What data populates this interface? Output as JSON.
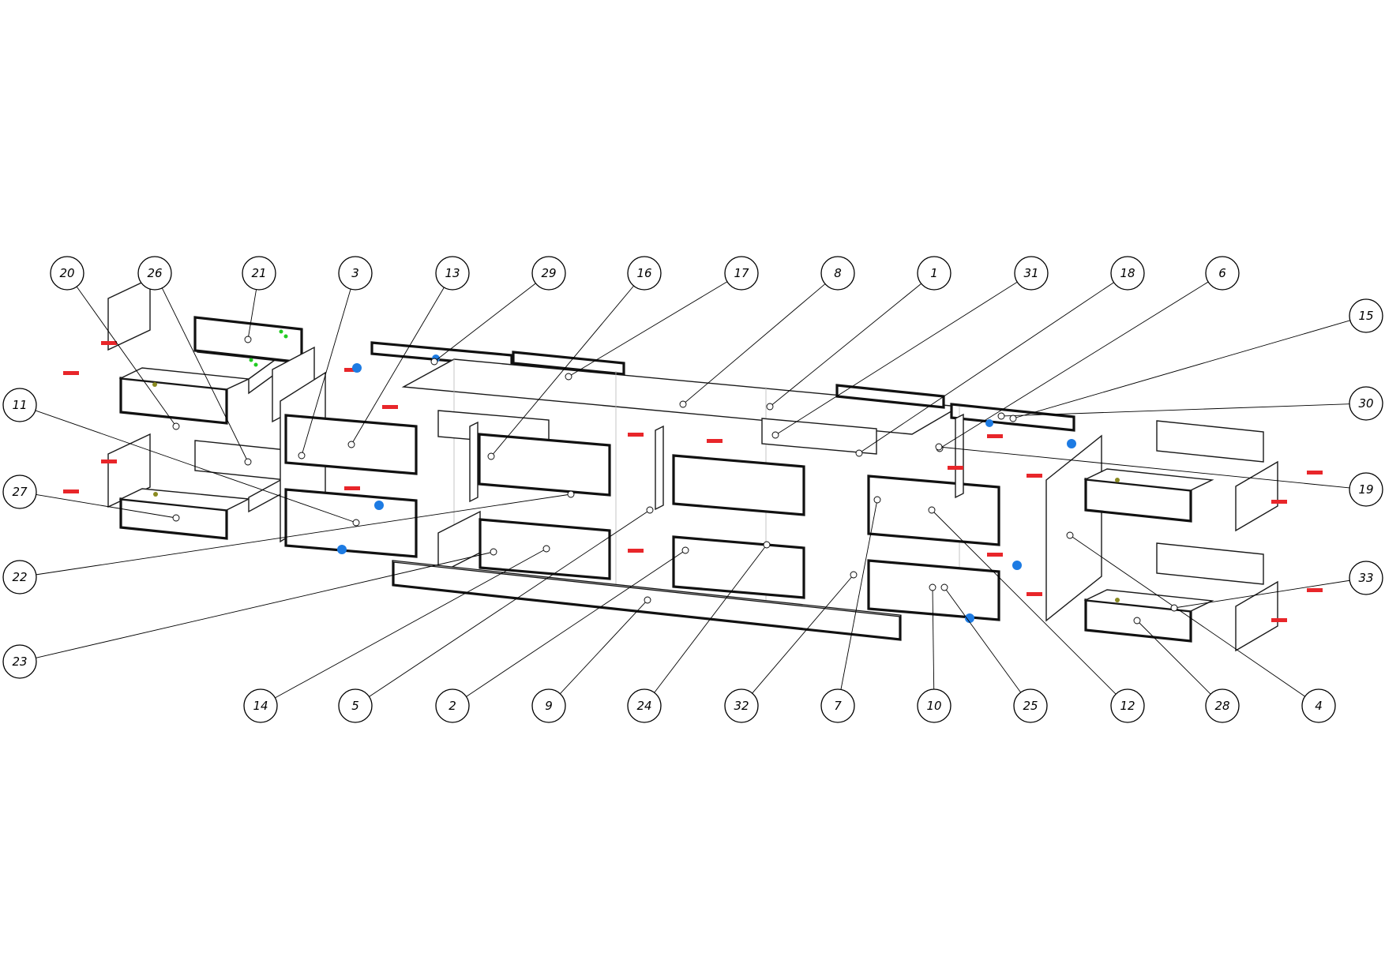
{
  "drawing": {
    "type": "exploded-assembly",
    "colors": {
      "line": "#111111",
      "ghost": "#b8b8b8",
      "hardware_red": "#e8262a",
      "hardware_blue": "#1d7be3",
      "hardware_olive": "#8a8a20",
      "hardware_green": "#22cc22"
    }
  },
  "callouts": [
    {
      "label": "20"
    },
    {
      "label": "26"
    },
    {
      "label": "21"
    },
    {
      "label": "3"
    },
    {
      "label": "13"
    },
    {
      "label": "29"
    },
    {
      "label": "16"
    },
    {
      "label": "17"
    },
    {
      "label": "8"
    },
    {
      "label": "1"
    },
    {
      "label": "31"
    },
    {
      "label": "18"
    },
    {
      "label": "6"
    },
    {
      "label": "15"
    },
    {
      "label": "30"
    },
    {
      "label": "19"
    },
    {
      "label": "33"
    },
    {
      "label": "11"
    },
    {
      "label": "27"
    },
    {
      "label": "22"
    },
    {
      "label": "23"
    },
    {
      "label": "14"
    },
    {
      "label": "5"
    },
    {
      "label": "2"
    },
    {
      "label": "9"
    },
    {
      "label": "24"
    },
    {
      "label": "32"
    },
    {
      "label": "7"
    },
    {
      "label": "10"
    },
    {
      "label": "25"
    },
    {
      "label": "12"
    },
    {
      "label": "28"
    },
    {
      "label": "4"
    }
  ]
}
